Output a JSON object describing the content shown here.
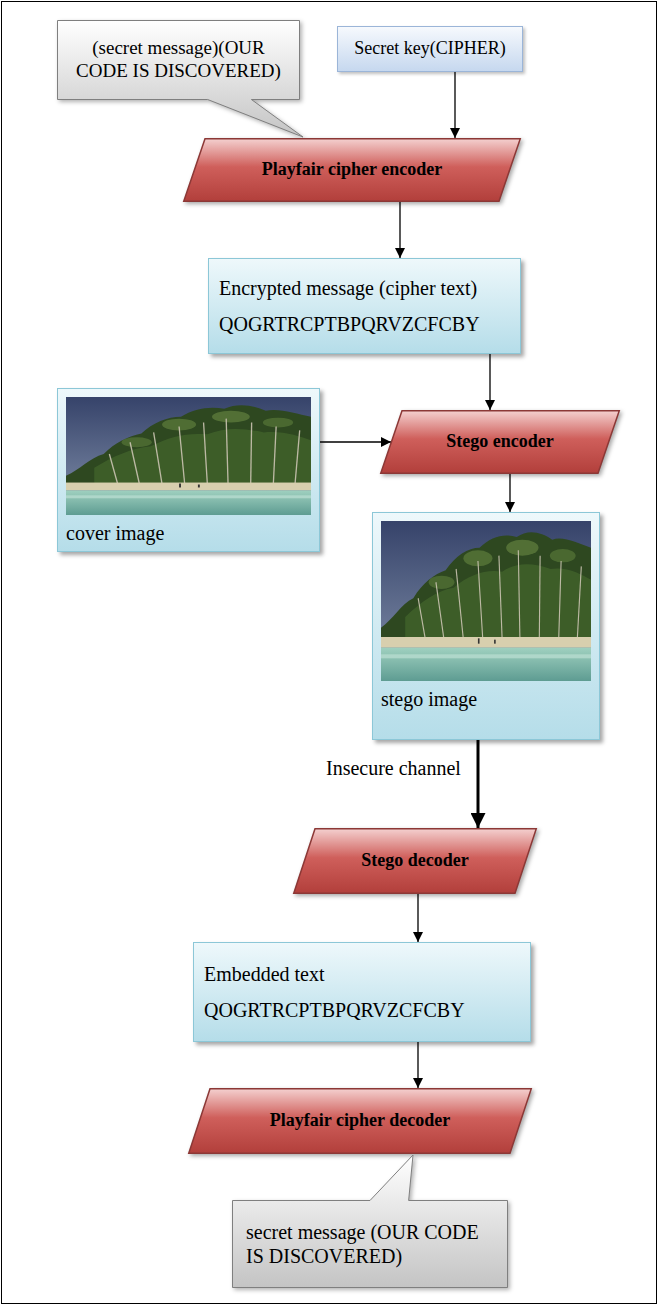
{
  "diagram": {
    "nodes": [
      {
        "text": [
          "(secret message)(OUR CODE IS DISCOVERED)"
        ]
      },
      {
        "text": [
          "Secret key(CIPHER)"
        ]
      },
      {
        "text": [
          "Playfair cipher encoder"
        ]
      },
      {
        "text": [
          "Encrypted message (cipher text)",
          "QOGRTRCPTBPQRVZCFCBY"
        ]
      },
      {
        "text": [
          "cover image"
        ]
      },
      {
        "text": [
          "Stego encoder"
        ]
      },
      {
        "text": [
          "stego image"
        ]
      },
      {
        "text": [
          "Stego decoder"
        ]
      },
      {
        "text": [
          "Embedded text",
          "QOGRTRCPTBPQRVZCFCBY"
        ]
      },
      {
        "text": [
          "Playfair cipher decoder"
        ]
      },
      {
        "text": [
          "secret message (OUR CODE IS DISCOVERED)"
        ]
      }
    ],
    "edges": [
      {
        "from": 1,
        "to": 2,
        "arrow": "to"
      },
      {
        "from": 2,
        "to": 3,
        "arrow": "to"
      },
      {
        "from": 3,
        "to": 5,
        "arrow": "to"
      },
      {
        "from": 4,
        "to": 5,
        "arrow": "to"
      },
      {
        "from": 5,
        "to": 6,
        "arrow": "to"
      },
      {
        "from": 6,
        "to": 7,
        "arrow": "to",
        "label": "Insecure channel"
      },
      {
        "from": 7,
        "to": 8,
        "arrow": "to"
      },
      {
        "from": 8,
        "to": 9,
        "arrow": "to"
      }
    ]
  }
}
